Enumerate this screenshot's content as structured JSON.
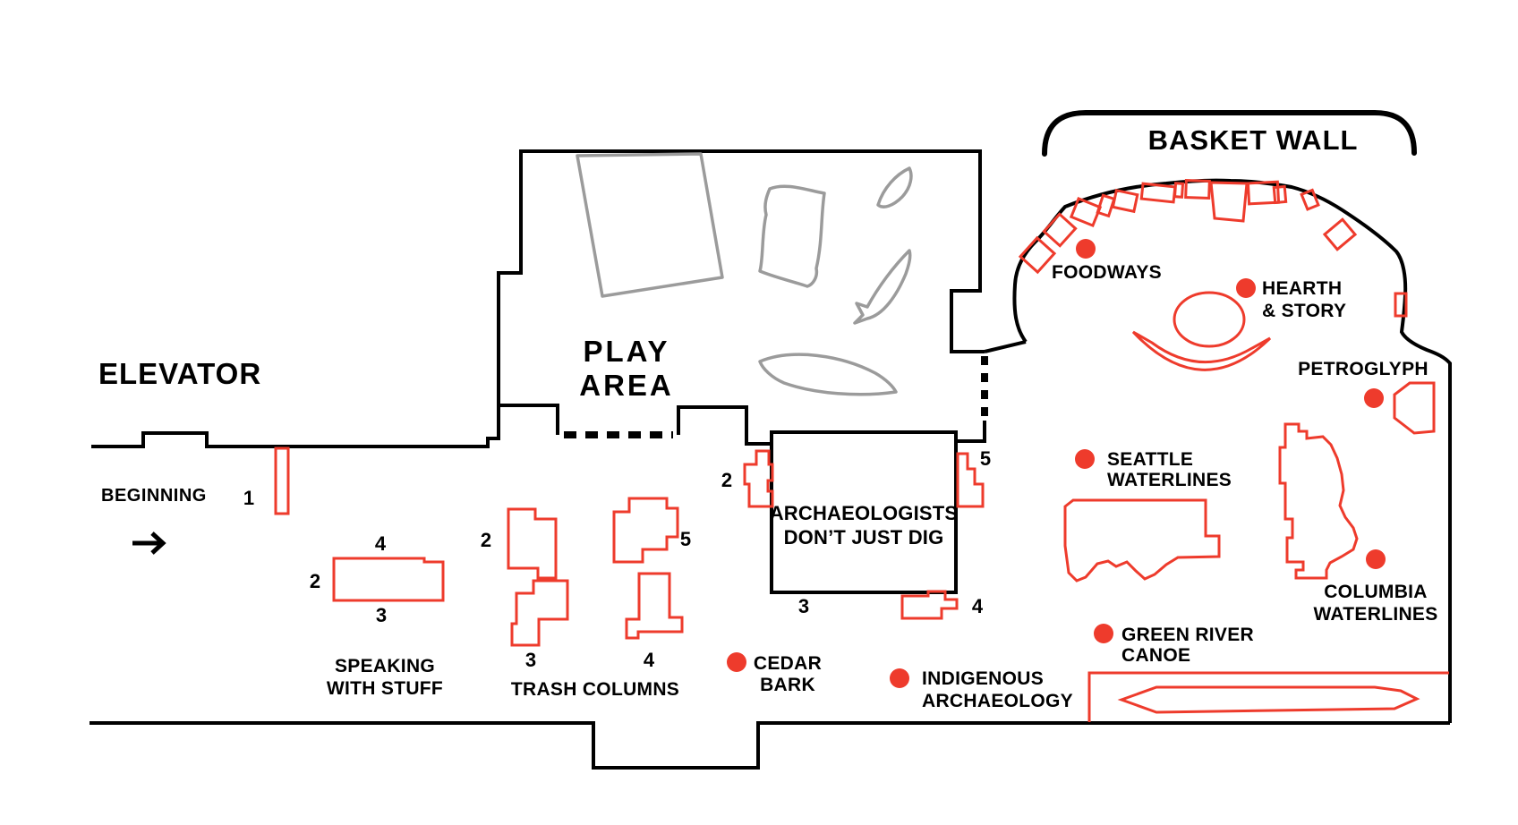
{
  "title": "Exhibit floor map",
  "colors": {
    "accent_red": "#ee3b2c",
    "wall_black": "#000000",
    "play_gray": "#9b9b9b",
    "background": "#ffffff"
  },
  "zones": {
    "elevator": "ELEVATOR",
    "beginning": "BEGINNING",
    "play_area_line1": "PLAY",
    "play_area_line2": "AREA",
    "basket_wall": "BASKET WALL",
    "speaking_with_stuff_line1": "SPEAKING",
    "speaking_with_stuff_line2": "WITH STUFF",
    "trash_columns": "TRASH COLUMNS",
    "archaeologists_line1": "ARCHAEOLOGISTS",
    "archaeologists_line2": "DON’T JUST DIG"
  },
  "poi": [
    {
      "id": "foodways",
      "line1": "FOODWAYS",
      "line2": ""
    },
    {
      "id": "hearth-story",
      "line1": "HEARTH",
      "line2": "& STORY"
    },
    {
      "id": "petroglyph",
      "line1": "PETROGLYPH",
      "line2": ""
    },
    {
      "id": "seattle-waterlines",
      "line1": "SEATTLE",
      "line2": "WATERLINES"
    },
    {
      "id": "columbia-waterlines",
      "line1": "COLUMBIA",
      "line2": "WATERLINES"
    },
    {
      "id": "green-river-canoe",
      "line1": "GREEN RIVER",
      "line2": "CANOE"
    },
    {
      "id": "cedar-bark",
      "line1": "CEDAR",
      "line2": "BARK"
    },
    {
      "id": "indigenous-archaeology",
      "line1": "INDIGENOUS",
      "line2": "ARCHAEOLOGY"
    }
  ],
  "markers": [
    "1",
    "2",
    "4",
    "3",
    "2",
    "3",
    "5",
    "4",
    "2",
    "5",
    "3",
    "4"
  ]
}
